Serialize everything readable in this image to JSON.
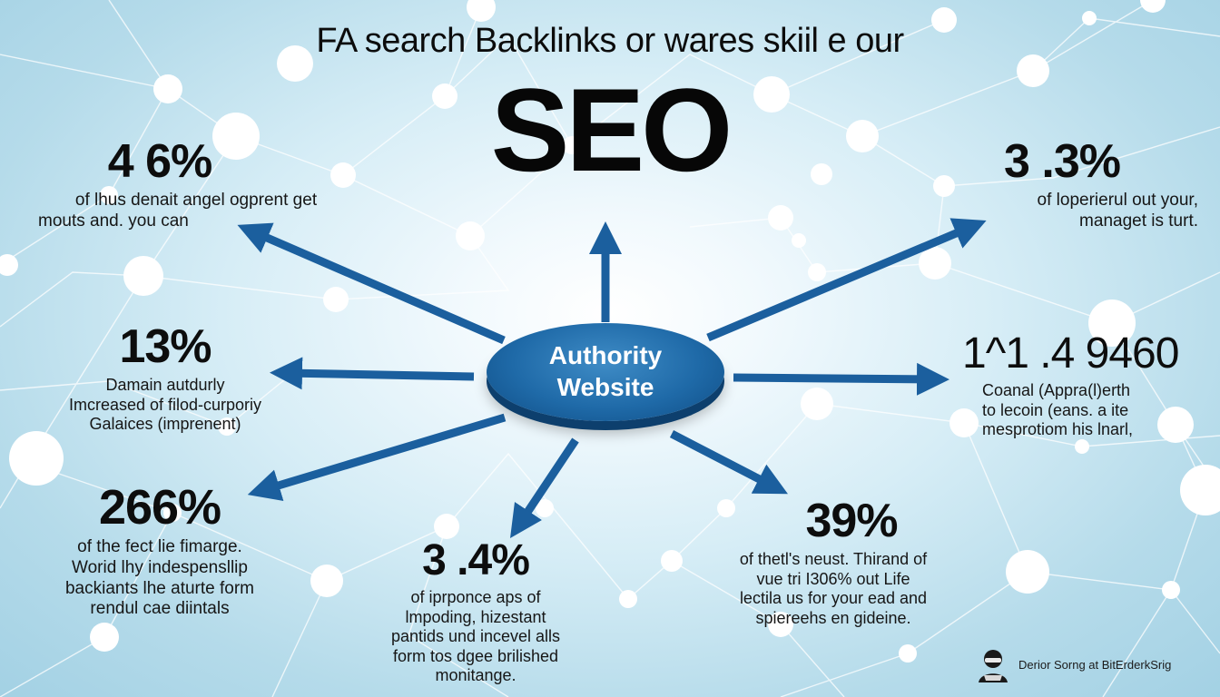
{
  "header": {
    "headline": "FA search Backlinks or wares skiil e our",
    "title": "SEO"
  },
  "hub": {
    "line1": "Authority",
    "line2": "Website"
  },
  "stats": [
    {
      "value": "4 6%",
      "lines": [
        "of lhus denait angel ogprent get",
        "mouts and. you can"
      ]
    },
    {
      "value": "3 .3%",
      "lines": [
        "of loperierul out your,",
        "managet is turt."
      ]
    },
    {
      "value": "13%",
      "lines": [
        "Damain autdurly",
        "Imcreased of filod-curporiy",
        "Galaices (imprenent)"
      ]
    },
    {
      "value": "1^1 .4 9460",
      "lines": [
        "Coanal (Appra(l)erth",
        "to lecoin (eans. a ite",
        "mesprotiom his lnarl,"
      ]
    },
    {
      "value": "266%",
      "lines": [
        "of the fect lie fimarge.",
        "Worid lhy indespensllip",
        "backiants lhe aturte form",
        "rendul cae diintals"
      ]
    },
    {
      "value": "3 .4%",
      "lines": [
        "of iprponce aps of",
        "lmpoding, hizestant",
        "pantids und incevel alls",
        "form tos dgee brilished",
        "monitange."
      ]
    },
    {
      "value": "39%",
      "lines": [
        "of thetl's neust. Thirand of",
        "vue tri I306% out Life",
        "lectila us for your ead and",
        "spiereehs en gideine."
      ]
    }
  ],
  "footer": {
    "text": "Derior Sorng at BitErderkSrig",
    "icon": "hacker-avatar-icon"
  },
  "colors": {
    "accent": "#1b5f9e",
    "hub": "#1f6aa8",
    "text": "#111111"
  }
}
